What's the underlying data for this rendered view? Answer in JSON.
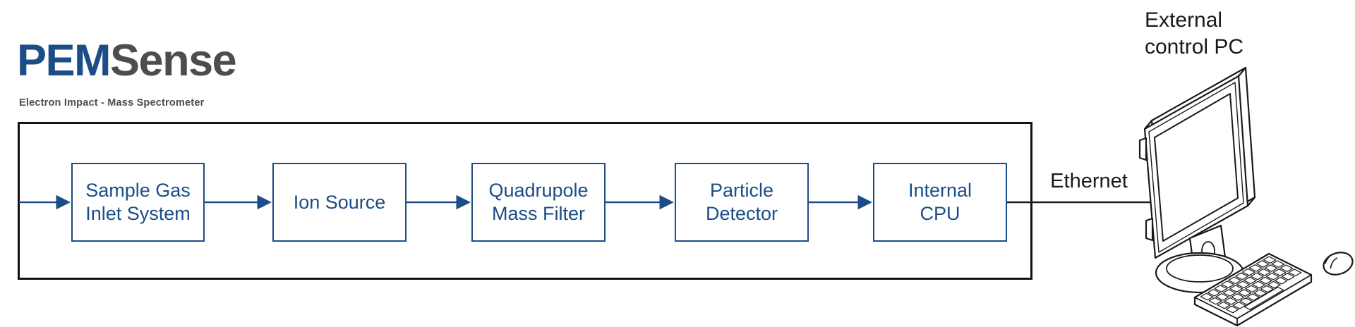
{
  "brand": {
    "name_primary": "PEM",
    "name_secondary": "Sense",
    "tagline": "Electron Impact - Mass Spectrometer",
    "colors": {
      "primary_blue": "#1b4d87",
      "dark_gray": "#4d4d4f",
      "line_black": "#1a1a1a"
    }
  },
  "diagram": {
    "boxes": [
      {
        "line1": "Sample Gas",
        "line2": "Inlet System"
      },
      {
        "line1": "Ion Source",
        "line2": ""
      },
      {
        "line1": "Quadrupole",
        "line2": "Mass Filter"
      },
      {
        "line1": "Particle",
        "line2": "Detector"
      },
      {
        "line1": "Internal",
        "line2": "CPU"
      }
    ],
    "connection_label": "Ethernet",
    "external_pc_label": "External\ncontrol PC"
  }
}
